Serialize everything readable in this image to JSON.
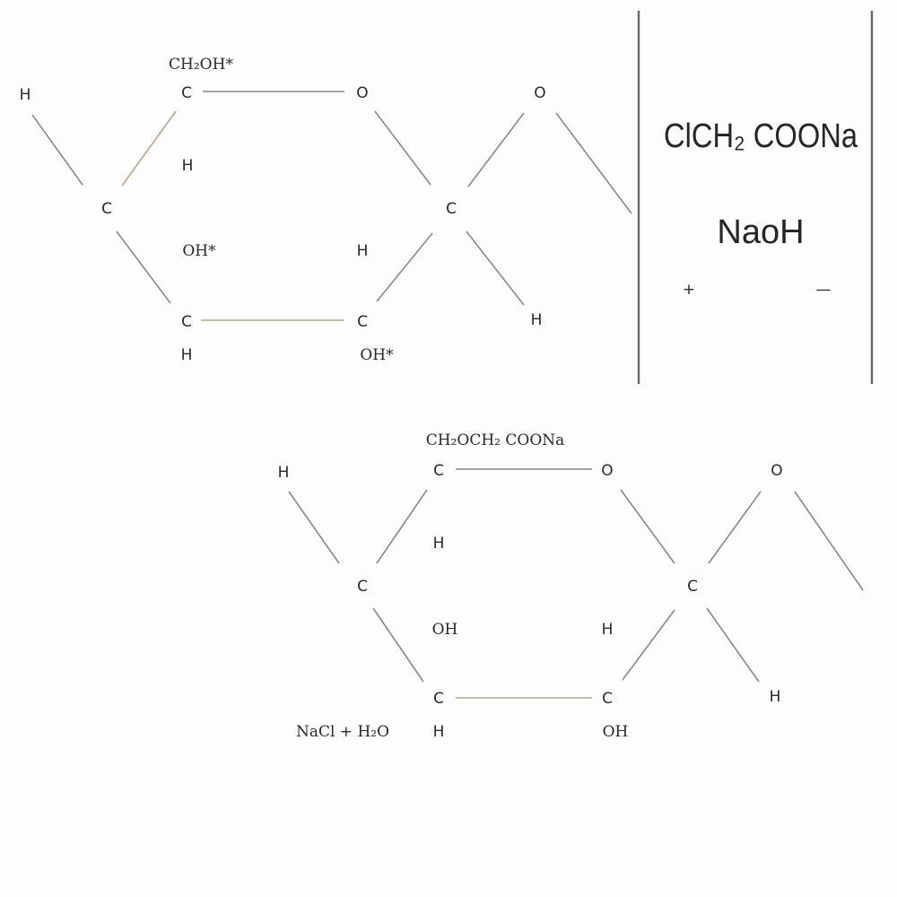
{
  "molecule_top": {
    "substituent": "CH₂OH*",
    "atoms": {
      "c1": "C",
      "o_ring": "O",
      "o_link": "O",
      "h_left": "H",
      "h_inner_top": "H",
      "c2": "C",
      "c_right": "C",
      "oh_inner": "OH*",
      "h_inner_right": "H",
      "c3": "C",
      "c4": "C",
      "h_c_right": "H",
      "h_bottom": "H",
      "oh_bottom": "OH*"
    }
  },
  "reagents": {
    "line1": "ClCH₂ COONa",
    "line2": "NaoH",
    "plus": "+",
    "minus": "—"
  },
  "molecule_bottom": {
    "substituent": "CH₂OCH₂ COONa",
    "byproduct": "NaCl + H₂O",
    "atoms": {
      "c1": "C",
      "o_ring": "O",
      "o_link": "O",
      "h_left": "H",
      "h_inner_top": "H",
      "c2": "C",
      "c_right": "C",
      "oh_inner": "OH",
      "h_inner_right": "H",
      "c3": "C",
      "c4": "C",
      "h_c_right": "H",
      "h_bottom": "H",
      "oh_bottom": "OH"
    }
  }
}
